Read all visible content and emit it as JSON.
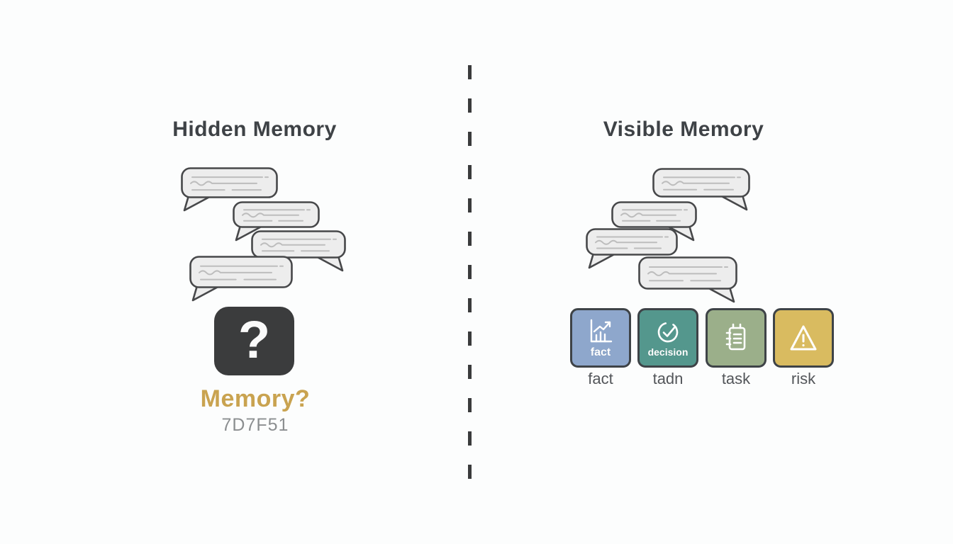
{
  "left_panel": {
    "title": "Hidden Memory",
    "question_mark": "?",
    "memory_label": "Memory?",
    "memory_code": "7D7F51"
  },
  "right_panel": {
    "title": "Visible Memory",
    "cards": [
      {
        "icon": "chart-icon",
        "inner_label": "fact",
        "label": "fact",
        "color": "#8EA7CC"
      },
      {
        "icon": "check-circle-icon",
        "inner_label": "decision",
        "label": "tadn",
        "color": "#54978D"
      },
      {
        "icon": "notepad-icon",
        "inner_label": "",
        "label": "task",
        "color": "#9BAF8A"
      },
      {
        "icon": "warning-triangle-icon",
        "inner_label": "",
        "label": "risk",
        "color": "#D9BB60"
      }
    ]
  },
  "colors": {
    "background": "#FCFDFD",
    "title_text": "#3E4246",
    "bubble_fill": "#EDEDED",
    "bubble_border": "#47484A",
    "bubble_lines": "#BDBDBD",
    "question_box": "#3B3C3D",
    "memory_gold": "#C9A350",
    "code_gray": "#8B8E90",
    "card_border": "#3E4347",
    "label_gray": "#53565A",
    "divider": "#3A3B3C"
  }
}
